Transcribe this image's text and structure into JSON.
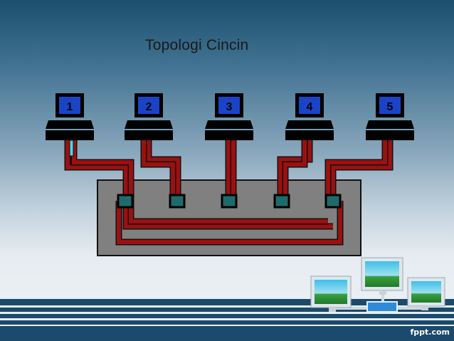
{
  "slide": {
    "title": "Topologi Cincin",
    "brand": "fppt.com"
  },
  "diagram": {
    "computers": [
      {
        "label": "1"
      },
      {
        "label": "2"
      },
      {
        "label": "3"
      },
      {
        "label": "4"
      },
      {
        "label": "5"
      }
    ]
  },
  "colors": {
    "cable": "#8b0000",
    "hub_box": "#808080",
    "port": "#1e6b6b",
    "screen": "#1a44c8"
  }
}
